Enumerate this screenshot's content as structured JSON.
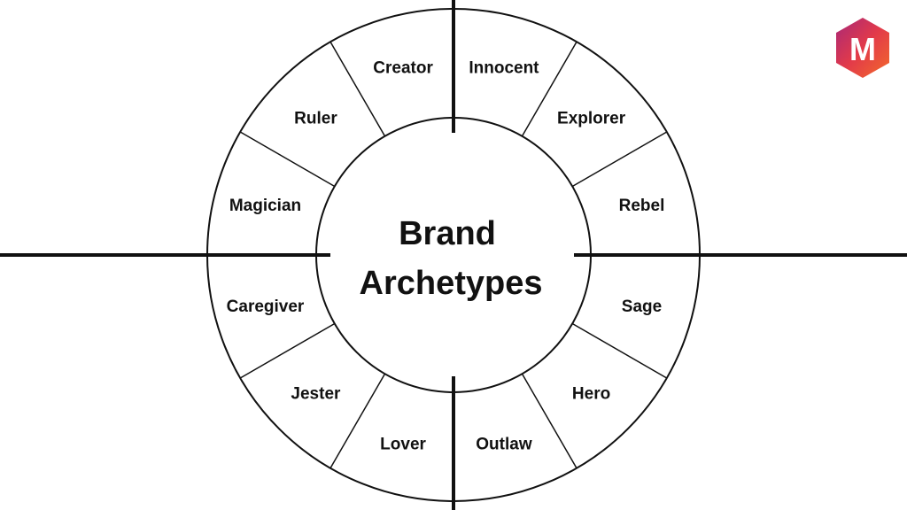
{
  "title": {
    "line1": "Brand",
    "line2": "Archetypes"
  },
  "segments": [
    "Innocent",
    "Explorer",
    "Rebel",
    "Sage",
    "Hero",
    "Outlaw",
    "Lover",
    "Jester",
    "Caregiver",
    "Magician",
    "Ruler",
    "Creator"
  ],
  "logo": {
    "letter": "M",
    "icon": "hexagon-logo-icon",
    "gradient_start": "#b8246e",
    "gradient_end": "#f0502a"
  },
  "colors": {
    "line": "#111111",
    "background": "#ffffff"
  }
}
